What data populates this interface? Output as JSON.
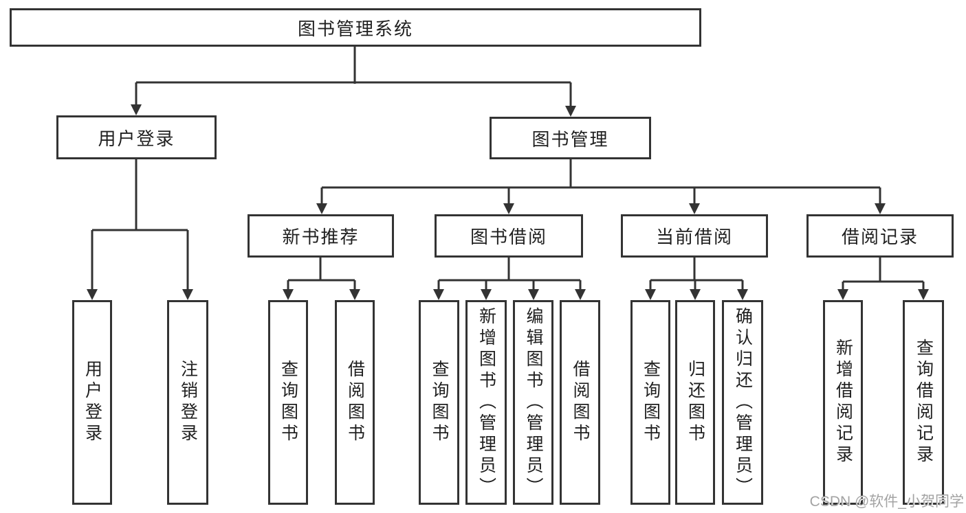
{
  "colors": {
    "line": "#333333",
    "node_border": "#333333",
    "node_text": "#1f1f1f",
    "background": "#ffffff",
    "watermark_text": "#a3a3a3"
  },
  "tree": {
    "root": {
      "label": "图书管理系统"
    },
    "branches": [
      {
        "label": "用户登录",
        "children": [
          {
            "label": "用户登录"
          },
          {
            "label": "注销登录"
          }
        ]
      },
      {
        "label": "图书管理",
        "children": [
          {
            "label": "新书推荐",
            "children": [
              {
                "label": "查询图书"
              },
              {
                "label": "借阅图书"
              }
            ]
          },
          {
            "label": "图书借阅",
            "children": [
              {
                "label": "查询图书"
              },
              {
                "label": "新增图书（管理员）"
              },
              {
                "label": "编辑图书（管理员）"
              },
              {
                "label": "借阅图书"
              }
            ]
          },
          {
            "label": "当前借阅",
            "children": [
              {
                "label": "查询图书"
              },
              {
                "label": "归还图书"
              },
              {
                "label": "确认归还（管理员）"
              }
            ]
          },
          {
            "label": "借阅记录",
            "children": [
              {
                "label": "新增借阅记录"
              },
              {
                "label": "查询借阅记录"
              }
            ]
          }
        ]
      }
    ]
  },
  "watermark": {
    "text": "CSDN @软件_小贺同学"
  }
}
